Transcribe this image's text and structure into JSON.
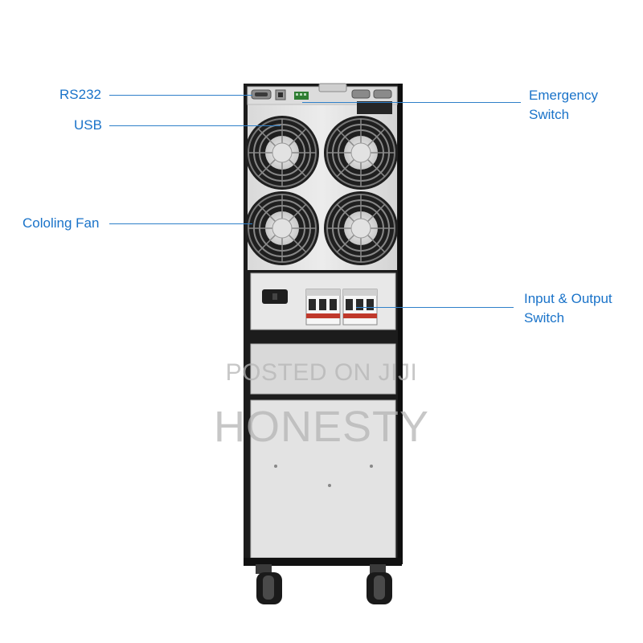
{
  "callouts": {
    "rs232": "RS232",
    "usb": "USB",
    "cooling_fan": "Cololing Fan",
    "emergency_switch": [
      "Emergency",
      "Switch"
    ],
    "io_switch": [
      "Input & Output",
      "Switch"
    ]
  },
  "watermark": {
    "line1": "POSTED ON JIJI",
    "line2": "HONESTY"
  },
  "colors": {
    "callout_text": "#1a73c9",
    "leader_line": "#2f80c9",
    "cabinet_frame": "#1c1c1c",
    "panel": "#e4e4e4"
  }
}
